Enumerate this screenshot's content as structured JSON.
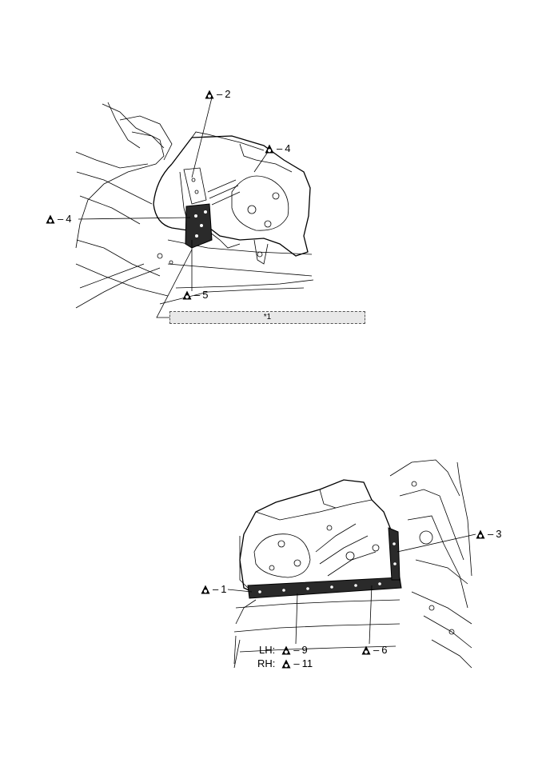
{
  "figure_top": {
    "callouts": [
      {
        "name": "callout-2-top",
        "num": "2"
      },
      {
        "name": "callout-4-top-right",
        "num": "4"
      },
      {
        "name": "callout-4-top-left",
        "num": "4"
      },
      {
        "name": "callout-5-top",
        "num": "5"
      }
    ],
    "note_label": "*1"
  },
  "figure_bottom": {
    "callouts": [
      {
        "name": "callout-3-bottom",
        "num": "3"
      },
      {
        "name": "callout-1-bottom",
        "num": "1"
      },
      {
        "name": "callout-6-bottom",
        "num": "6"
      }
    ],
    "lh_label": "LH:",
    "lh_num": "9",
    "rh_label": "RH:",
    "rh_num": "11"
  },
  "icon": "sealer-triangle-icon",
  "dash": "–"
}
